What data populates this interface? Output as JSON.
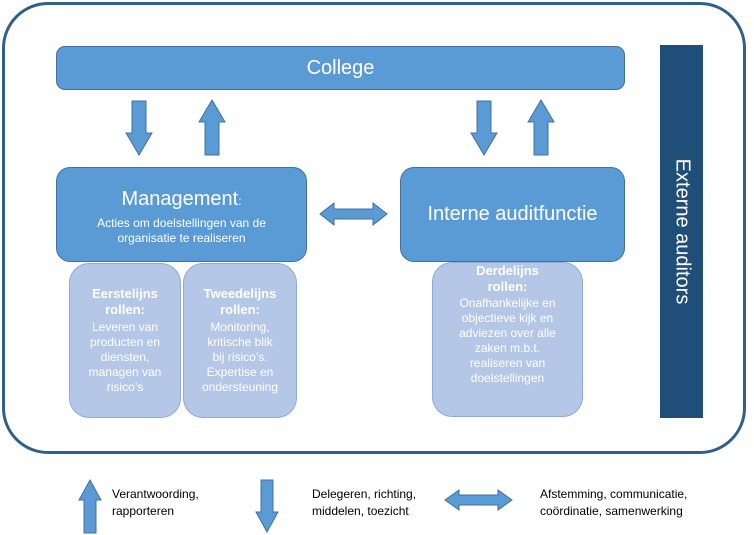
{
  "college": "College",
  "externe": "Externe auditors",
  "management": {
    "title": "Management",
    "colon": ":",
    "sub1": "Acties om doelstellingen van de",
    "sub2": "organisatie te realiseren"
  },
  "interne": "Interne auditfunctie",
  "eerstelijns": {
    "title1": "Eerstelijns",
    "title2": "rollen:",
    "lines": [
      "Leveren van",
      "producten en",
      "diensten,",
      "managen van",
      "risico’s"
    ]
  },
  "tweedelijns": {
    "title1": "Tweedelijns",
    "title2": "rollen:",
    "lines": [
      "Monitoring,",
      "kritische blik",
      "bij risico’s.",
      "Expertise en",
      "ondersteuning"
    ]
  },
  "derdelijns": {
    "title1": "Derdelijns",
    "title2": "rollen:",
    "lines": [
      "Onafhankelijke en",
      "objectieve kijk en",
      "adviezen over alle",
      "zaken m.b.t.",
      "realiseren van",
      "doelstellingen"
    ]
  },
  "legend": {
    "up1": "Verantwoording,",
    "up2": "rapporteren",
    "down1": "Delegeren, richting,",
    "down2": "middelen, toezicht",
    "both1": "Afstemming, communicatie,",
    "both2": "coördinatie, samenwerking"
  },
  "colors": {
    "box": "#5b9bd5",
    "role": "#b4c7e7",
    "frame": "#2f5f8a",
    "external": "#1f4e79"
  }
}
